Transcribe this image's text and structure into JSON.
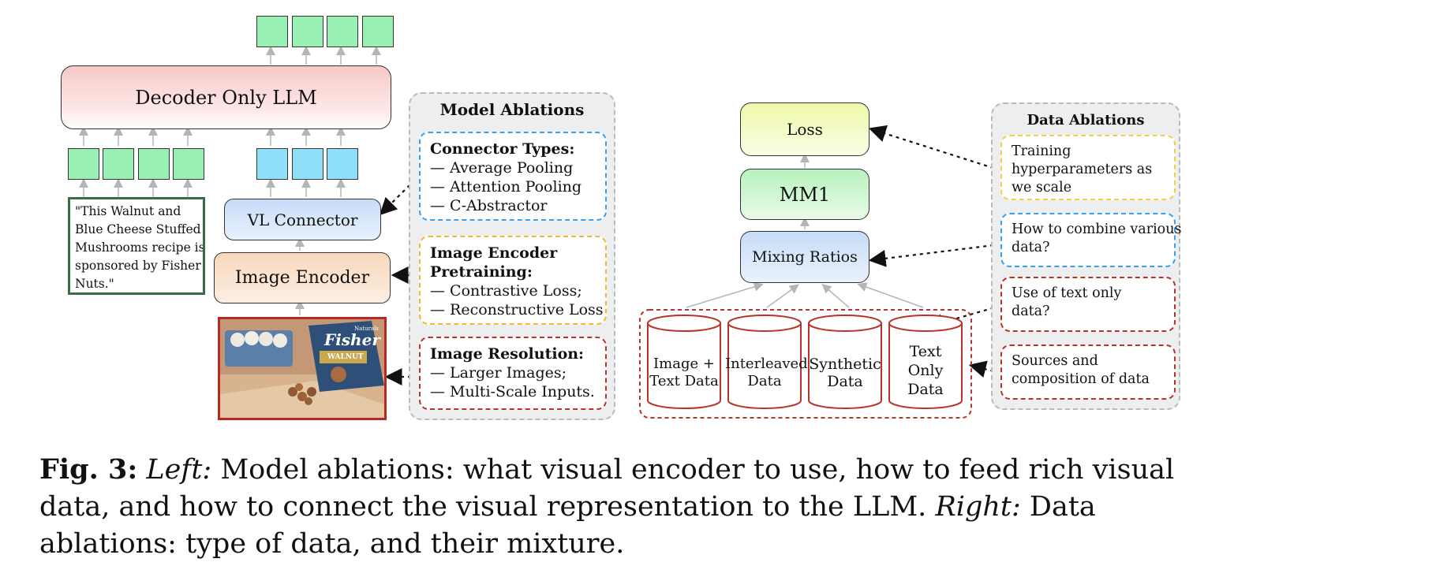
{
  "left": {
    "decoder_label": "Decoder Only LLM",
    "vl_connector_label": "VL Connector",
    "image_encoder_label": "Image Encoder",
    "text_quote": "\"This Walnut and Blue Cheese Stuffed Mushrooms recipe is sponsored by Fisher Nuts.\"",
    "text_quote_lines": [
      "\"This Walnut and",
      "Blue Cheese Stuffed",
      "Mushrooms recipe is",
      "sponsored by Fisher",
      "Nuts.\""
    ],
    "photo_brand": "Fisher",
    "photo_sub": "Naturals",
    "photo_label": "WALNUT"
  },
  "model_ablations": {
    "title": "Model Ablations",
    "groups": [
      {
        "heading": "Connector Types:",
        "items": [
          "— Average Pooling",
          "— Attention Pooling",
          "— C-Abstractor"
        ],
        "color": "#3aa0ee"
      },
      {
        "heading_lines": [
          "Image Encoder",
          "Pretraining:"
        ],
        "items": [
          "— Contrastive Loss;",
          "— Reconstructive Loss"
        ],
        "color": "#f2b733"
      },
      {
        "heading": "Image Resolution:",
        "items": [
          "— Larger Images;",
          "— Multi-Scale Inputs."
        ],
        "color": "#b8332a"
      }
    ]
  },
  "right": {
    "loss_label": "Loss",
    "mm1_label": "MM1",
    "mixing_label": "Mixing Ratios",
    "cylinders": [
      {
        "lines": [
          "Image +",
          "Text Data"
        ]
      },
      {
        "lines": [
          "Interleaved",
          "Data"
        ]
      },
      {
        "lines": [
          "Synthetic",
          "Data"
        ]
      },
      {
        "lines": [
          "Text",
          "Only",
          "Data"
        ]
      }
    ]
  },
  "data_ablations": {
    "title": "Data Ablations",
    "items": [
      {
        "lines": [
          "Training",
          "hyperparameters as",
          "we scale"
        ],
        "color": "#f2cf4a"
      },
      {
        "lines": [
          "How to combine various",
          "data?"
        ],
        "color": "#3aa0ee"
      },
      {
        "lines": [
          "Use of text only",
          "data?"
        ],
        "color": "#b8332a"
      },
      {
        "lines": [
          "Sources and",
          "composition of data"
        ],
        "color": "#b8332a"
      }
    ]
  },
  "caption": {
    "fig": "Fig. 3:",
    "left_word": "Left:",
    "left_text": " Model ablations: what visual encoder to use, how to feed rich visual data, and how to connect the visual representation to the LLM. ",
    "right_word": "Right:",
    "right_text": " Data ablations: type of data, and their mixture."
  }
}
